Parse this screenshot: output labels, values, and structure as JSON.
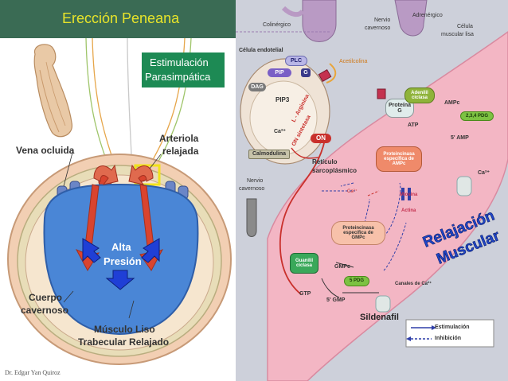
{
  "title": "Erección Peneana",
  "stim_box": [
    "Estimulación",
    "Parasimpática"
  ],
  "left": {
    "vena": "Vena ocluida",
    "arteriola": [
      "Arteriola",
      "relajada"
    ],
    "alta": [
      "Alta",
      "Presión"
    ],
    "cuerpo": [
      "Cuerpo",
      "cavernoso"
    ],
    "musculo": [
      "Músculo Liso",
      "Trabecular Relajado"
    ]
  },
  "credit": "Dr. Edgar Yan Quiroz",
  "right": {
    "colinergico": "Colinérgico",
    "nervio_cavernoso_top": [
      "Nervio",
      "cavernoso"
    ],
    "adrenergico": "Adrenérgico",
    "celula_muscular": [
      "Célula",
      "muscular lisa"
    ],
    "celula_endotelial": "Célula endotelial",
    "acetilcolina": "Acetilcolina",
    "plc": "PLC",
    "pip": "PIP",
    "g": "G",
    "dag": "DAG",
    "pip3": "PIP3",
    "l_arginina": "L - Arginina",
    "on_sintetasa": "ON sintetasa",
    "ca_endo": "Ca²⁺",
    "calmodulina": "Calmodulina",
    "on": "ON",
    "proteina_g": [
      "Proteína",
      "G"
    ],
    "adenilil": [
      "Adenilil",
      "ciclasa"
    ],
    "ampc": "AMPc",
    "pdg_234": "2,3,4 PDG",
    "atp": "ATP",
    "amp5": "5' AMP",
    "pk_ampc": [
      "Proteincinasa",
      "específica de",
      "AMPc"
    ],
    "reticulo": [
      "Retículo",
      "sarcoplásmico"
    ],
    "ca_right": "Ca²⁺",
    "nervio_cavernoso_left": [
      "Nervio",
      "cavernoso"
    ],
    "ca_center": "Ca²⁺",
    "miosina": "Miosina",
    "actina": "Actina",
    "pk_gmpc": [
      "Proteincinasa",
      "específica de",
      "GMPc"
    ],
    "guanilil": [
      "Guanilil",
      "ciclasa"
    ],
    "gmpc": "GMPc",
    "pdg5": "5 PDG",
    "canales": "Canales de Ca²⁺",
    "gtp": "GTP",
    "gmp5": "5' GMP",
    "sildenafil": "Sildenafil",
    "relajacion_1": "Relajación",
    "relajacion_2": "Muscular",
    "legend": {
      "estimulacion": "Estimulación",
      "inhibicion": "Inhibición"
    }
  },
  "colors": {
    "title_bg": "#3a6b54",
    "title_text": "#e8e42a",
    "green_box": "#1d8a54",
    "blue_lumen": "#4a86d6",
    "red_arrow": "#d9442f",
    "pink_cell": "#f3b6c4",
    "on_red": "#c9302c",
    "pdg_green": "#7cc242"
  }
}
